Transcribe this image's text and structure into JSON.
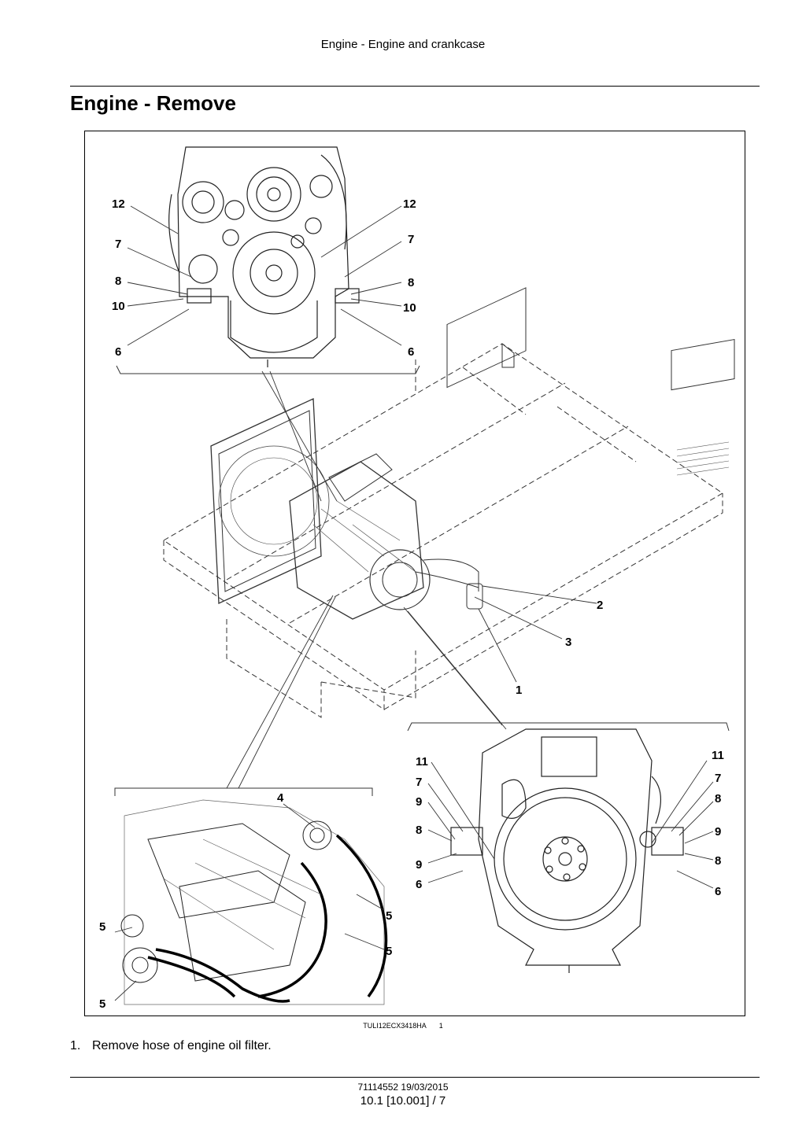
{
  "header": {
    "section_title": "Engine - Engine and crankcase"
  },
  "page_title": "Engine - Remove",
  "figure": {
    "callouts_top_left": [
      "12",
      "7",
      "8",
      "10",
      "6"
    ],
    "callouts_top_right": [
      "12",
      "7",
      "8",
      "10",
      "6"
    ],
    "callouts_main": [
      "2",
      "3",
      "1"
    ],
    "callouts_bottom_left": [
      "4",
      "5",
      "5",
      "5",
      "5"
    ],
    "callouts_bottom_right_left": [
      "11",
      "7",
      "9",
      "8",
      "9",
      "6"
    ],
    "callouts_bottom_right_right": [
      "11",
      "7",
      "8",
      "9",
      "8",
      "6"
    ],
    "figure_code": "TULI12ECX3418HA",
    "figure_number": "1"
  },
  "steps": [
    {
      "number": "1.",
      "text": "Remove hose of engine oil filter."
    }
  ],
  "footer": {
    "doc_ref": "71114552 19/03/2015",
    "page_ref": "10.1 [10.001] / 7"
  }
}
